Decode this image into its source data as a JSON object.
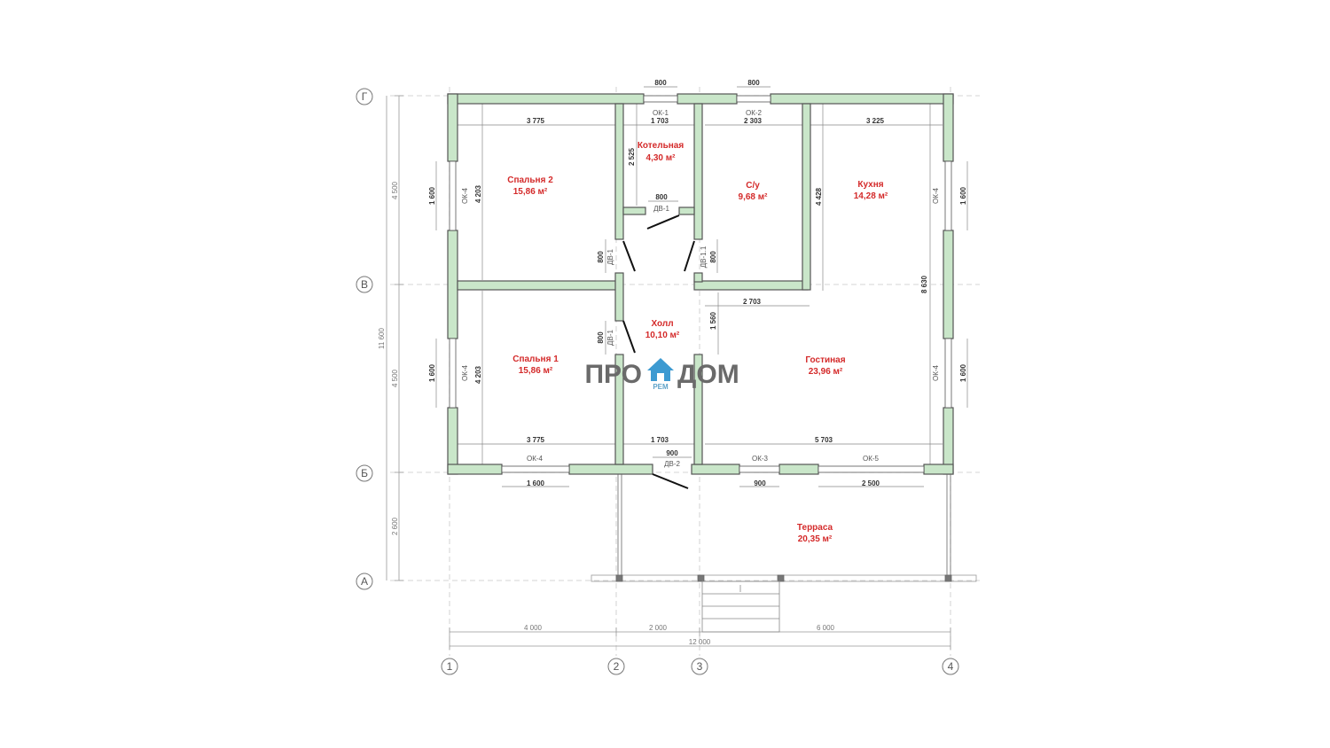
{
  "axes": {
    "rows": [
      "Г",
      "В",
      "Б",
      "А"
    ],
    "cols": [
      "1",
      "2",
      "3",
      "4"
    ]
  },
  "rooms": [
    {
      "name": "Спальня 2",
      "area": "15,86 м²"
    },
    {
      "name": "Котельная",
      "area": "4,30 м²"
    },
    {
      "name": "С/у",
      "area": "9,68 м²"
    },
    {
      "name": "Кухня",
      "area": "14,28 м²"
    },
    {
      "name": "Холл",
      "area": "10,10 м²"
    },
    {
      "name": "Спальня 1",
      "area": "15,86 м²"
    },
    {
      "name": "Гостиная",
      "area": "23,96 м²"
    },
    {
      "name": "Терраса",
      "area": "20,35 м²"
    }
  ],
  "tags": {
    "ok1": "ОК-1",
    "ok2": "ОК-2",
    "ok3": "ОК-3",
    "ok5": "ОК-5",
    "ok4_bottom": "ОК-4",
    "ok4_left_top": "ОК-4",
    "ok4_left_bottom": "ОК-4",
    "ok4_right_top": "ОК-4",
    "ok4_right_bottom": "ОК-4",
    "dv1_top": "ДВ-1",
    "dv1_left_upper": "ДВ-1",
    "dv1_left_lower": "ДВ-1",
    "dv11": "ДВ-1.1",
    "dv2": "ДВ-2"
  },
  "dims": {
    "top_800_a": "800",
    "top_800_b": "800",
    "int_3775_top": "3 775",
    "int_1703_top": "1 703",
    "int_2303": "2 303",
    "int_3225": "3 225",
    "kot_2525": "2 525",
    "dv1_800": "800",
    "sp2_4203": "4 203",
    "kux_4428": "4 428",
    "dv1_side_800_upper": "800",
    "dv11_800": "800",
    "liv_2703": "2 703",
    "hall_1560": "1 560",
    "right_8630": "8 630",
    "dv1_side_800_lower": "800",
    "sp1_4203": "4 203",
    "int_3775_bot": "3 775",
    "int_1703_bot": "1 703",
    "int_5703": "5 703",
    "door_900": "900",
    "bot_1600": "1 600",
    "bot_900": "900",
    "bot_2500": "2 500",
    "left_1600_top": "1 600",
    "left_1600_bot": "1 600",
    "right_1600_top": "1 600",
    "right_1600_bot": "1 600",
    "outer_4500_top": "4 500",
    "outer_4500_bot": "4 500",
    "outer_2600": "2 600",
    "outer_11600": "11 600",
    "col_4000": "4 000",
    "col_2000": "2 000",
    "col_6000": "6 000",
    "col_12000": "12 000"
  },
  "logo": {
    "left": "ПРО",
    "right": "ДОМ",
    "sub": "РЕМ"
  },
  "colors": {
    "wall_fill": "#c9e6c9",
    "wall_stroke": "#555555",
    "room_label": "#d42a2a",
    "logo_icon": "#3d9ad1"
  }
}
